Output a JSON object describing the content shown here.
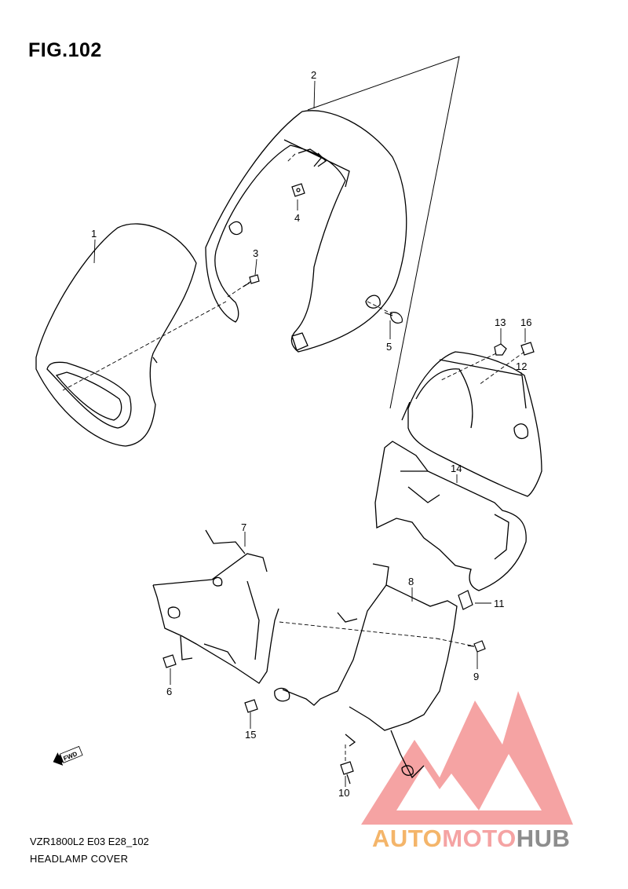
{
  "figure": {
    "title": "FIG.102",
    "model_code": "VZR1800L2 E03 E28_102",
    "caption": "HEADLAMP COVER",
    "fwd_label": "FWD"
  },
  "callouts": [
    "1",
    "2",
    "3",
    "4",
    "5",
    "6",
    "7",
    "8",
    "9",
    "10",
    "11",
    "12",
    "13",
    "14",
    "15",
    "16"
  ],
  "watermark": {
    "part1": "AUTO",
    "part2": "MOTO",
    "part3": "HUB",
    "colors": {
      "auto": "#f4b56a",
      "moto": "#f5a3a3",
      "hub": "#8d8d8d",
      "mark": "#f59a9a"
    }
  }
}
